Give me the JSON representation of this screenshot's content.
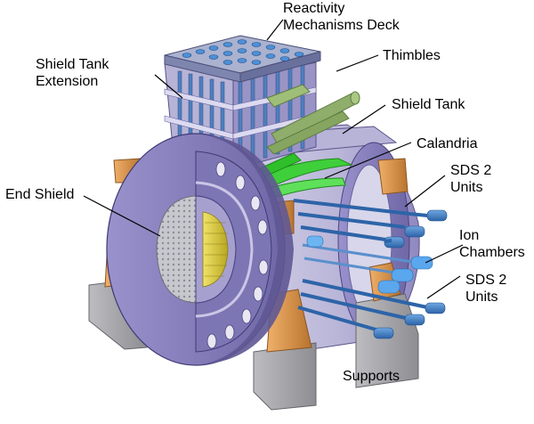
{
  "labels": {
    "reactivity_mechanisms_deck": [
      "Reactivity",
      "Mechanisms Deck"
    ],
    "shield_tank_extension": [
      "Shield Tank",
      "Extension"
    ],
    "thimbles": "Thimbles",
    "shield_tank": "Shield Tank",
    "calandria": "Calandria",
    "sds2_units_upper": [
      "SDS 2",
      "Units"
    ],
    "end_shield": "End Shield",
    "ion_chambers": [
      "Ion",
      "Chambers"
    ],
    "sds2_units_lower": [
      "SDS 2",
      "Units"
    ],
    "supports": "Supports"
  },
  "colors": {
    "shield_violet": "#8f86c2",
    "shield_violet_dark": "#6a63a0",
    "end_face_grey": "#bdbdc4",
    "support_grey": "#a9a9ad",
    "support_orange": "#d99850",
    "thimble_green": "#8fae6b",
    "calandria_green": "#3fcf3a",
    "tube_blue": "#3d7fc8",
    "ion_chamber_blue": "#5aa7ee",
    "core_yellow": "#e0d23a",
    "deck_top": "#a7b0cc",
    "leader_line": "#000000"
  }
}
